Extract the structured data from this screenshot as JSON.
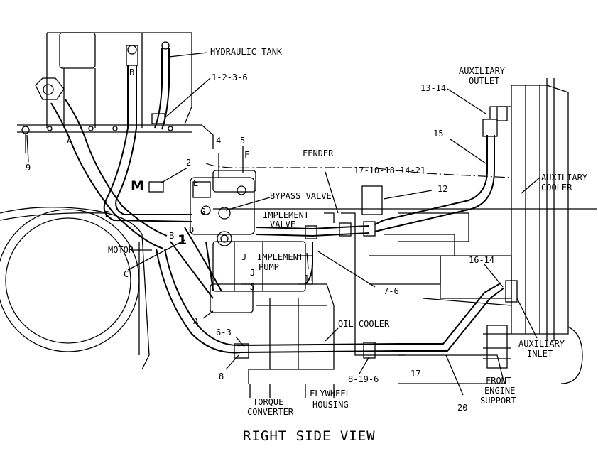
{
  "diagram": {
    "title": "RIGHT SIDE VIEW",
    "callouts": {
      "hydraulic_tank": "HYDRAULIC TANK",
      "ref_1_2_3_6": "1-2-3-6",
      "ref_9": "9",
      "ref_4": "4",
      "ref_5": "5",
      "ref_f": "F",
      "fender": "FENDER",
      "ref_2": "2",
      "ref_m": "M",
      "ref_17_10_18_14_21": "17-10-18-14-21",
      "bypass_valve": "BYPASS VALVE",
      "implement_valve_1": "IMPLEMENT",
      "implement_valve_2": "VALVE",
      "ref_12": "12",
      "motor": "MOTOR",
      "implement_pump_1": "IMPLEMENT",
      "implement_pump_2": "PUMP",
      "ref_11": "11",
      "ref_7_6": "7-6",
      "ref_c": "C",
      "ref_a_low": "A",
      "ref_6_3": "6-3",
      "oil_cooler": "OIL COOLER",
      "ref_8": "8",
      "ref_8_19_6": "8-19-6",
      "ref_17": "17",
      "torque_converter_1": "TORQUE",
      "torque_converter_2": "CONVERTER",
      "flywheel_housing_1": "FLYWHEEL",
      "flywheel_housing_2": "HOUSING",
      "ref_20": "20",
      "front_engine_support_1": "FRONT",
      "front_engine_support_2": "ENGINE",
      "front_engine_support_3": "SUPPORT",
      "auxiliary_outlet_1": "AUXILIARY",
      "auxiliary_outlet_2": "OUTLET",
      "ref_13_14": "13-14",
      "ref_15": "15",
      "auxiliary_cooler_1": "AUXILIARY",
      "auxiliary_cooler_2": "COOLER",
      "ref_16_14": "16-14",
      "auxiliary_inlet_1": "AUXILIARY",
      "auxiliary_inlet_2": "INLET",
      "ref_a_hose": "A",
      "ref_b_top": "B",
      "ref_e": "E",
      "ref_g": "G",
      "ref_b_mid": "B",
      "ref_d_left": "D",
      "ref_d_mid": "D",
      "ref_j_1": "J",
      "ref_j_2": "J",
      "ref_j_3": "J",
      "ref_1": "1"
    }
  }
}
